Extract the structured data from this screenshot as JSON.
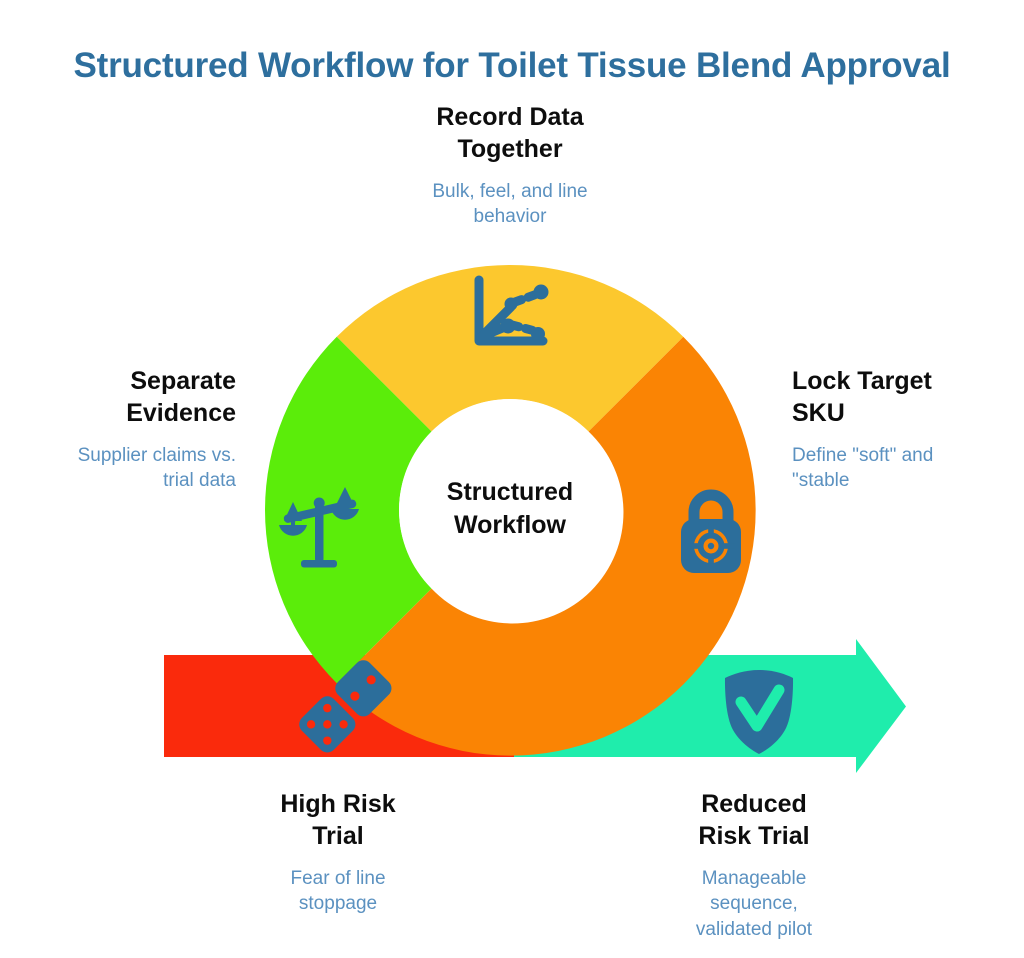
{
  "header": {
    "title": "Structured Workflow for Toilet Tissue Blend Approval"
  },
  "hub": {
    "label": "Structured\nWorkflow"
  },
  "colors": {
    "title": "#2e6f9e",
    "heading": "#0d0d0d",
    "description": "#5b91c0",
    "icon": "#2c6e9b",
    "segment_yellow": "#fcc82e",
    "segment_green": "#5bed0a",
    "segment_orange": "#fa8404",
    "bar_red": "#fa2a0c",
    "bar_teal": "#1fedac",
    "background": "#ffffff"
  },
  "chart_data": {
    "type": "pie",
    "title": "Structured Workflow for Toilet Tissue Blend Approval",
    "center_label": "Structured Workflow",
    "legend_position": "around",
    "grid": false,
    "segments": [
      {
        "name": "Record Data Together",
        "color": "#fcc82e",
        "shape": "donut-arc",
        "start_angle_deg": 225,
        "end_angle_deg": 315,
        "sweep_deg": 90,
        "value": 25
      },
      {
        "name": "Separate Evidence",
        "color": "#5bed0a",
        "shape": "donut-arc",
        "start_angle_deg": 135,
        "end_angle_deg": 225,
        "sweep_deg": 90,
        "value": 25
      },
      {
        "name": "Lock Target SKU",
        "color": "#fa8404",
        "shape": "donut-arc",
        "start_angle_deg": 315,
        "end_angle_deg": 135,
        "sweep_deg": 180,
        "value": 50
      },
      {
        "name": "High Risk Trial",
        "color": "#fa2a0c",
        "shape": "bar-segment",
        "value": 0
      },
      {
        "name": "Reduced Risk Trial",
        "color": "#1fedac",
        "shape": "arrow-segment",
        "value": 0
      }
    ]
  },
  "nodes": {
    "record_data": {
      "title": "Record Data\nTogether",
      "desc": "Bulk, feel, and line\nbehavior",
      "icon": "line-chart-icon"
    },
    "separate_evidence": {
      "title": "Separate\nEvidence",
      "desc": "Supplier claims vs.\ntrial data",
      "icon": "balance-scales-icon"
    },
    "lock_target_sku": {
      "title": "Lock Target\nSKU",
      "desc": "Define \"soft\" and\n\"stable",
      "icon": "padlock-target-icon"
    },
    "high_risk_trial": {
      "title": "High Risk\nTrial",
      "desc": "Fear of line\nstoppage",
      "icon": "dice-icon"
    },
    "reduced_risk_trial": {
      "title": "Reduced\nRisk Trial",
      "desc": "Manageable\nsequence,\nvalidated pilot",
      "icon": "shield-check-icon"
    }
  }
}
